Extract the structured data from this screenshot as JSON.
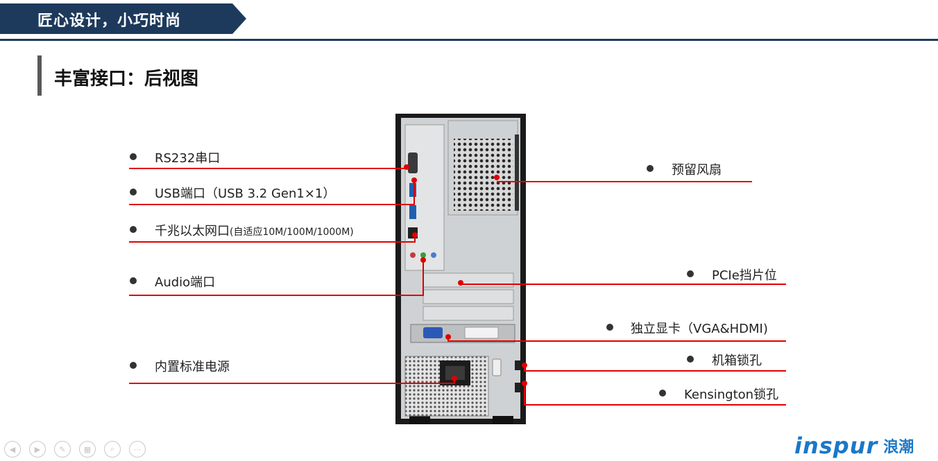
{
  "header": {
    "banner_title": "匠心设计，小巧时尚"
  },
  "section": {
    "title": "丰富接口：后视图"
  },
  "callouts_left": [
    {
      "label": "RS232串口"
    },
    {
      "label": "USB端口（USB 3.2 Gen1×1）"
    },
    {
      "label": "千兆以太网口",
      "note": "(自适应10M/100M/1000M)"
    },
    {
      "label": "Audio端口"
    },
    {
      "label": "内置标准电源"
    }
  ],
  "callouts_right": [
    {
      "label": "预留风扇"
    },
    {
      "label": "PCIe挡片位"
    },
    {
      "label": "独立显卡（VGA&HDMI)"
    },
    {
      "label": "机箱锁孔"
    },
    {
      "label": "Kensington锁孔"
    }
  ],
  "brand": {
    "logo_latin": "inspur",
    "logo_cn": "浪潮",
    "color": "#1b78c8"
  },
  "colors": {
    "banner": "#1d3a5c",
    "callout_line": "#e00000"
  },
  "controls": [
    "prev-icon",
    "next-icon",
    "pen-icon",
    "grid-icon",
    "zoom-icon",
    "more-icon"
  ]
}
